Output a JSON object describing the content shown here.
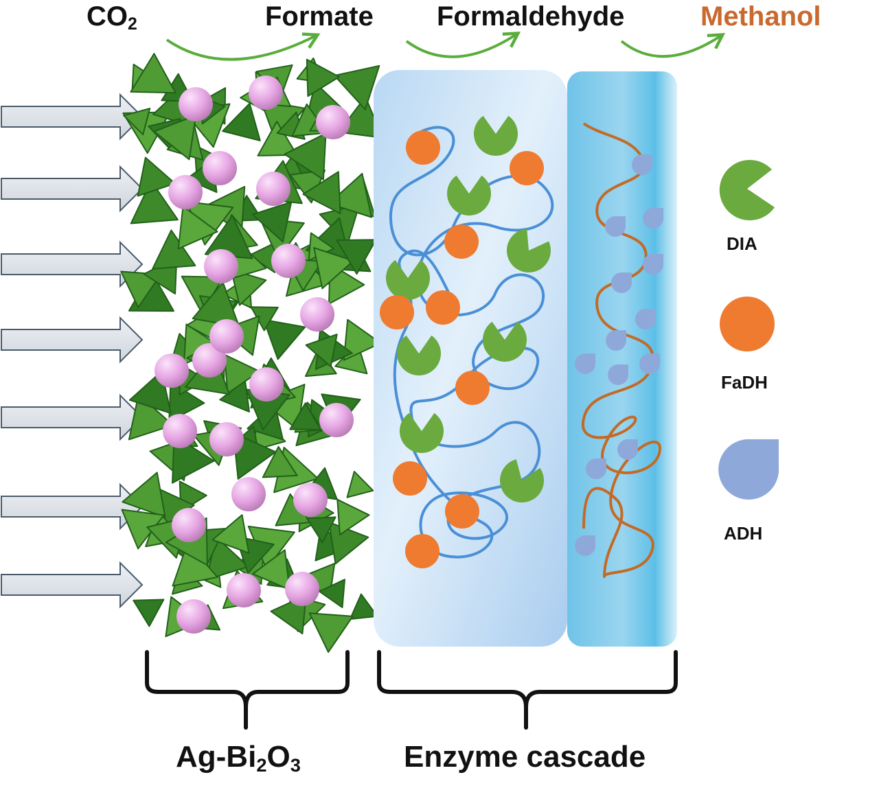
{
  "species": {
    "co2_main": "CO",
    "co2_sub": "2",
    "formate": "Formate",
    "formaldehyde": "Formaldehyde",
    "methanol": "Methanol"
  },
  "legend": [
    {
      "label": "DIA",
      "shape": "pacman",
      "color": "#6aaa3e"
    },
    {
      "label": "FaDH",
      "shape": "circle",
      "color": "#ee7b30"
    },
    {
      "label": "ADH",
      "shape": "drop",
      "color": "#8fa8da"
    }
  ],
  "brackets": {
    "catalyst_main": "Ag-Bi",
    "catalyst_sub1": "2",
    "catalyst_mid": "O",
    "catalyst_sub2": "3",
    "cascade": "Enzyme cascade"
  },
  "colors": {
    "arrow_green": "#5aad3c",
    "methanol": "#c8692e",
    "catalyst_green": "#3e8a2a",
    "particle_pink": "#e4a3e0",
    "panel_blue": "#bcd9f2",
    "panel_blue_dark": "#7ccbe9",
    "thread_blue": "#4a8fd6",
    "thread_orange": "#c36a26"
  }
}
